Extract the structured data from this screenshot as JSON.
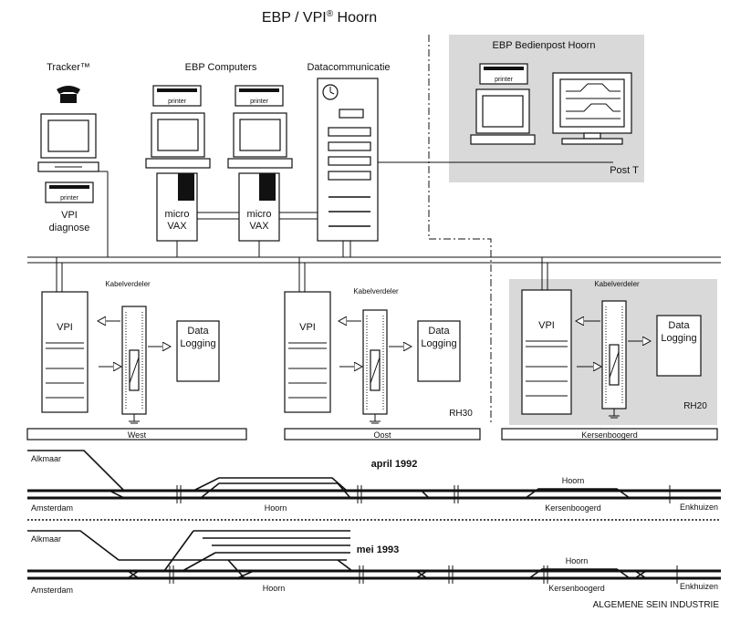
{
  "title_main": "EBP / VPI",
  "title_reg": "®",
  "title_suffix": " Hoorn",
  "labels": {
    "tracker": "Tracker™",
    "ebp_computers": "EBP Computers",
    "datacom": "Datacommunicatie",
    "bedienpost": "EBP Bedienpost Hoorn",
    "post_t": "Post T",
    "printer": "printer",
    "micro": "micro",
    "vax": "VAX",
    "vpi_diag1": "VPI",
    "vpi_diag2": "diagnose",
    "kabelverdeler": "Kabelverdeler",
    "vpi": "VPI",
    "data": "Data",
    "logging": "Logging",
    "rh30": "RH30",
    "rh20": "RH20",
    "west": "West",
    "oost": "Oost",
    "kersenboogerd": "Kersenboogerd",
    "footer": "ALGEMENE SEIN INDUSTRIE"
  },
  "track1": {
    "title": "april 1992",
    "alkmaar": "Alkmaar",
    "amsterdam": "Amsterdam",
    "hoorn": "Hoorn",
    "hoorn_station": "Hoorn",
    "kersenboogerd": "Kersenboogerd",
    "enkhuizen": "Enkhuizen"
  },
  "track2": {
    "title": "mei 1993",
    "alkmaar": "Alkmaar",
    "amsterdam": "Amsterdam",
    "hoorn": "Hoorn",
    "hoorn_station": "Hoorn",
    "kersenboogerd": "Kersenboogerd",
    "enkhuizen": "Enkhuizen"
  },
  "icons": [
    "telephone-icon",
    "monitor-icon",
    "printer-icon",
    "cabinet-icon",
    "clock-icon"
  ]
}
